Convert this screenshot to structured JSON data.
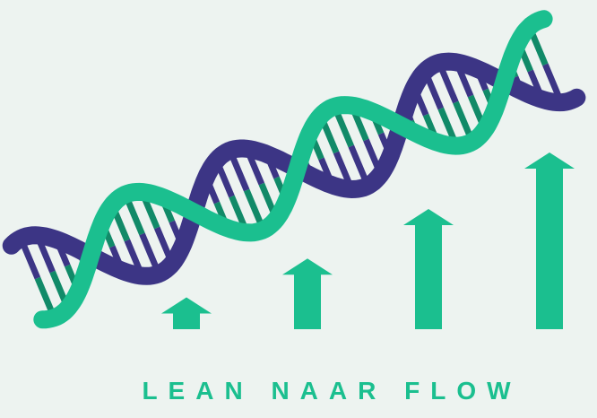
{
  "tagline": "LEAN NAAR FLOW",
  "colors": {
    "background": "#edf3f0",
    "green": "#1bbf8f",
    "green_dark": "#118a68",
    "purple": "#3c3585",
    "purple_light": "#5a52a8"
  },
  "growth_arrows": [
    0.18,
    0.4,
    0.68,
    1.0
  ]
}
